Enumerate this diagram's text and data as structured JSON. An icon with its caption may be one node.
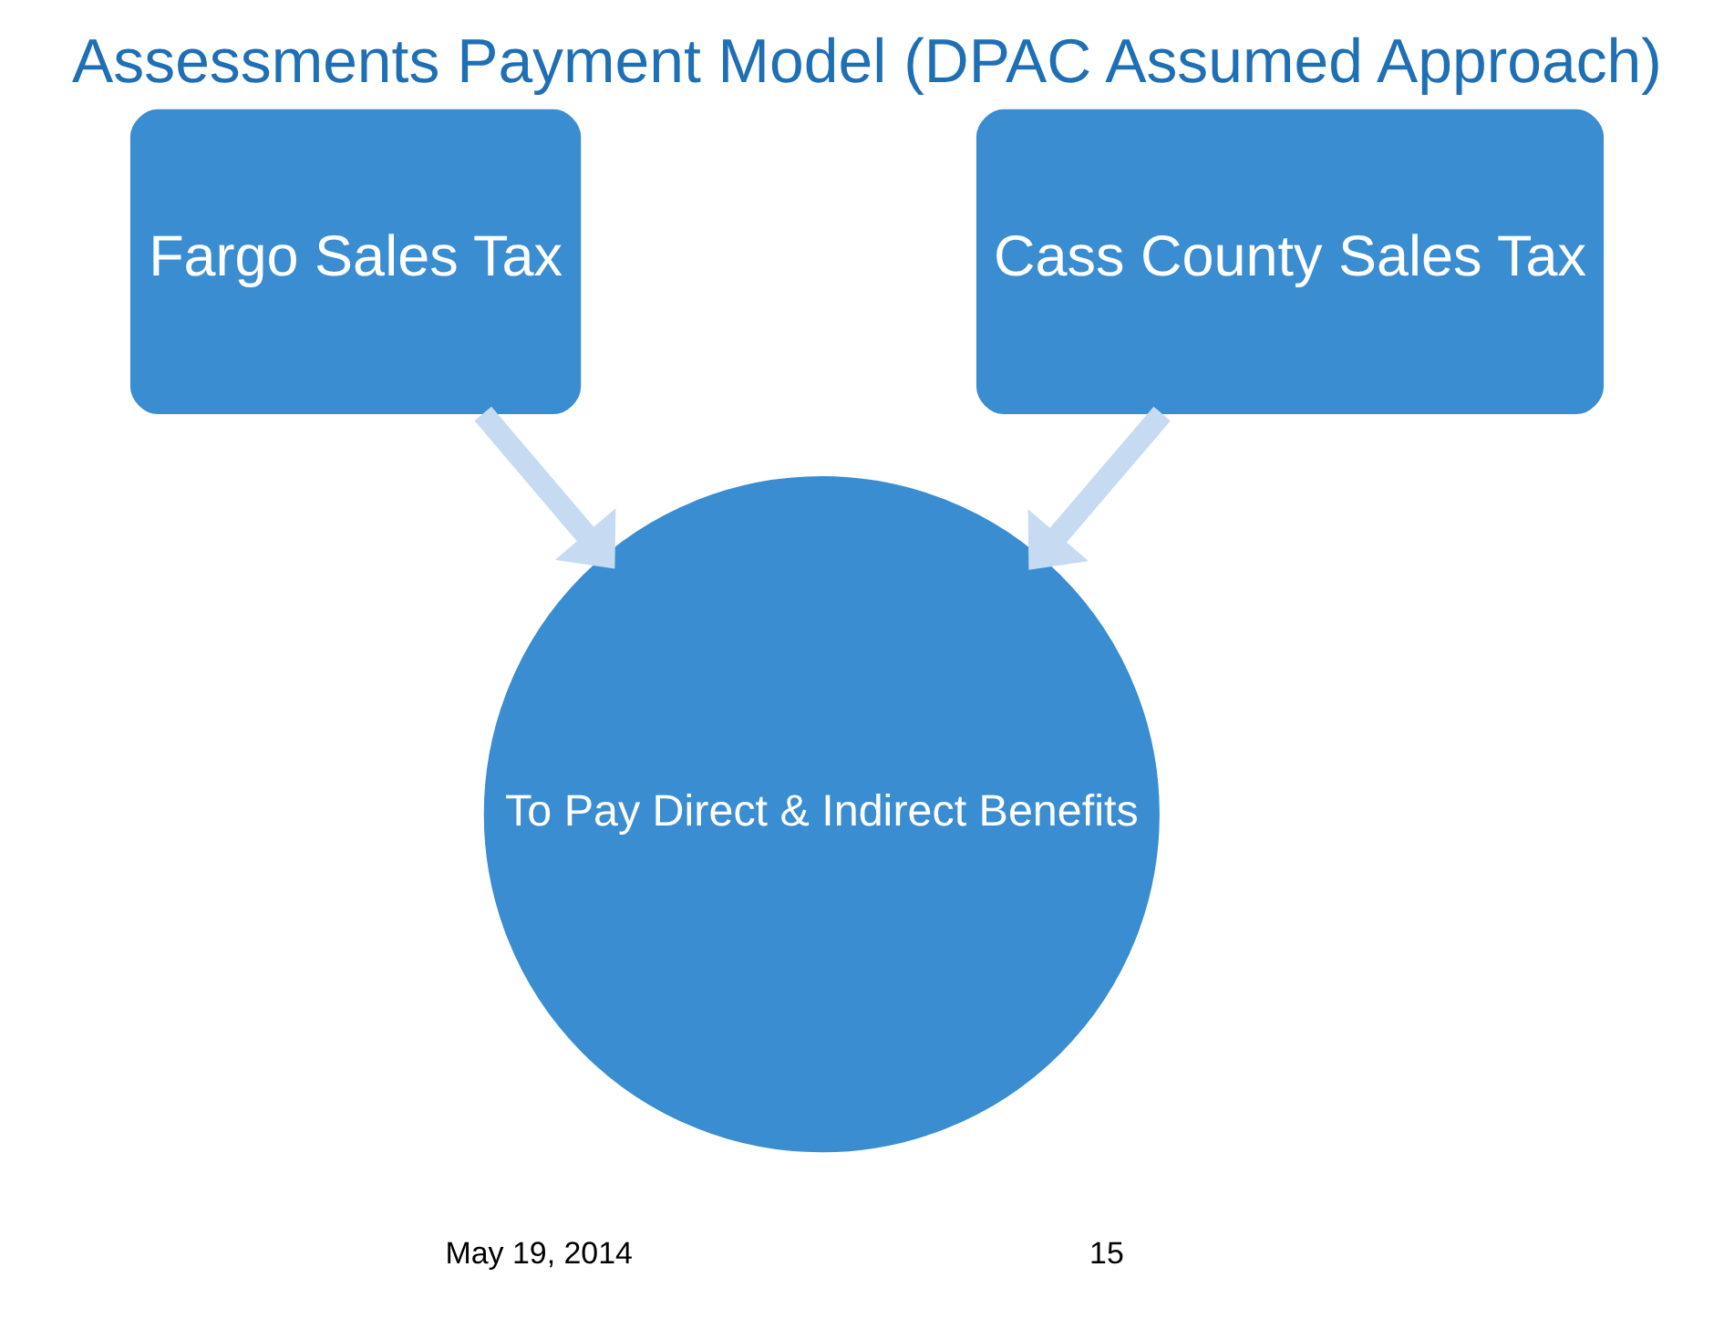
{
  "diagram": {
    "title": "Assessments Payment Model (DPAC Assumed Approach)",
    "nodes": [
      {
        "text": [
          "Fargo Sales Tax"
        ]
      },
      {
        "text": [
          "Cass County Sales Tax"
        ]
      },
      {
        "text": [
          "To Pay Direct & Indirect Benefits"
        ]
      }
    ],
    "edges": [
      {
        "from": 0,
        "to": 2,
        "arrow": "to"
      },
      {
        "from": 1,
        "to": 2,
        "arrow": "to"
      }
    ],
    "labels": [
      "May 19, 2014",
      "15"
    ]
  }
}
